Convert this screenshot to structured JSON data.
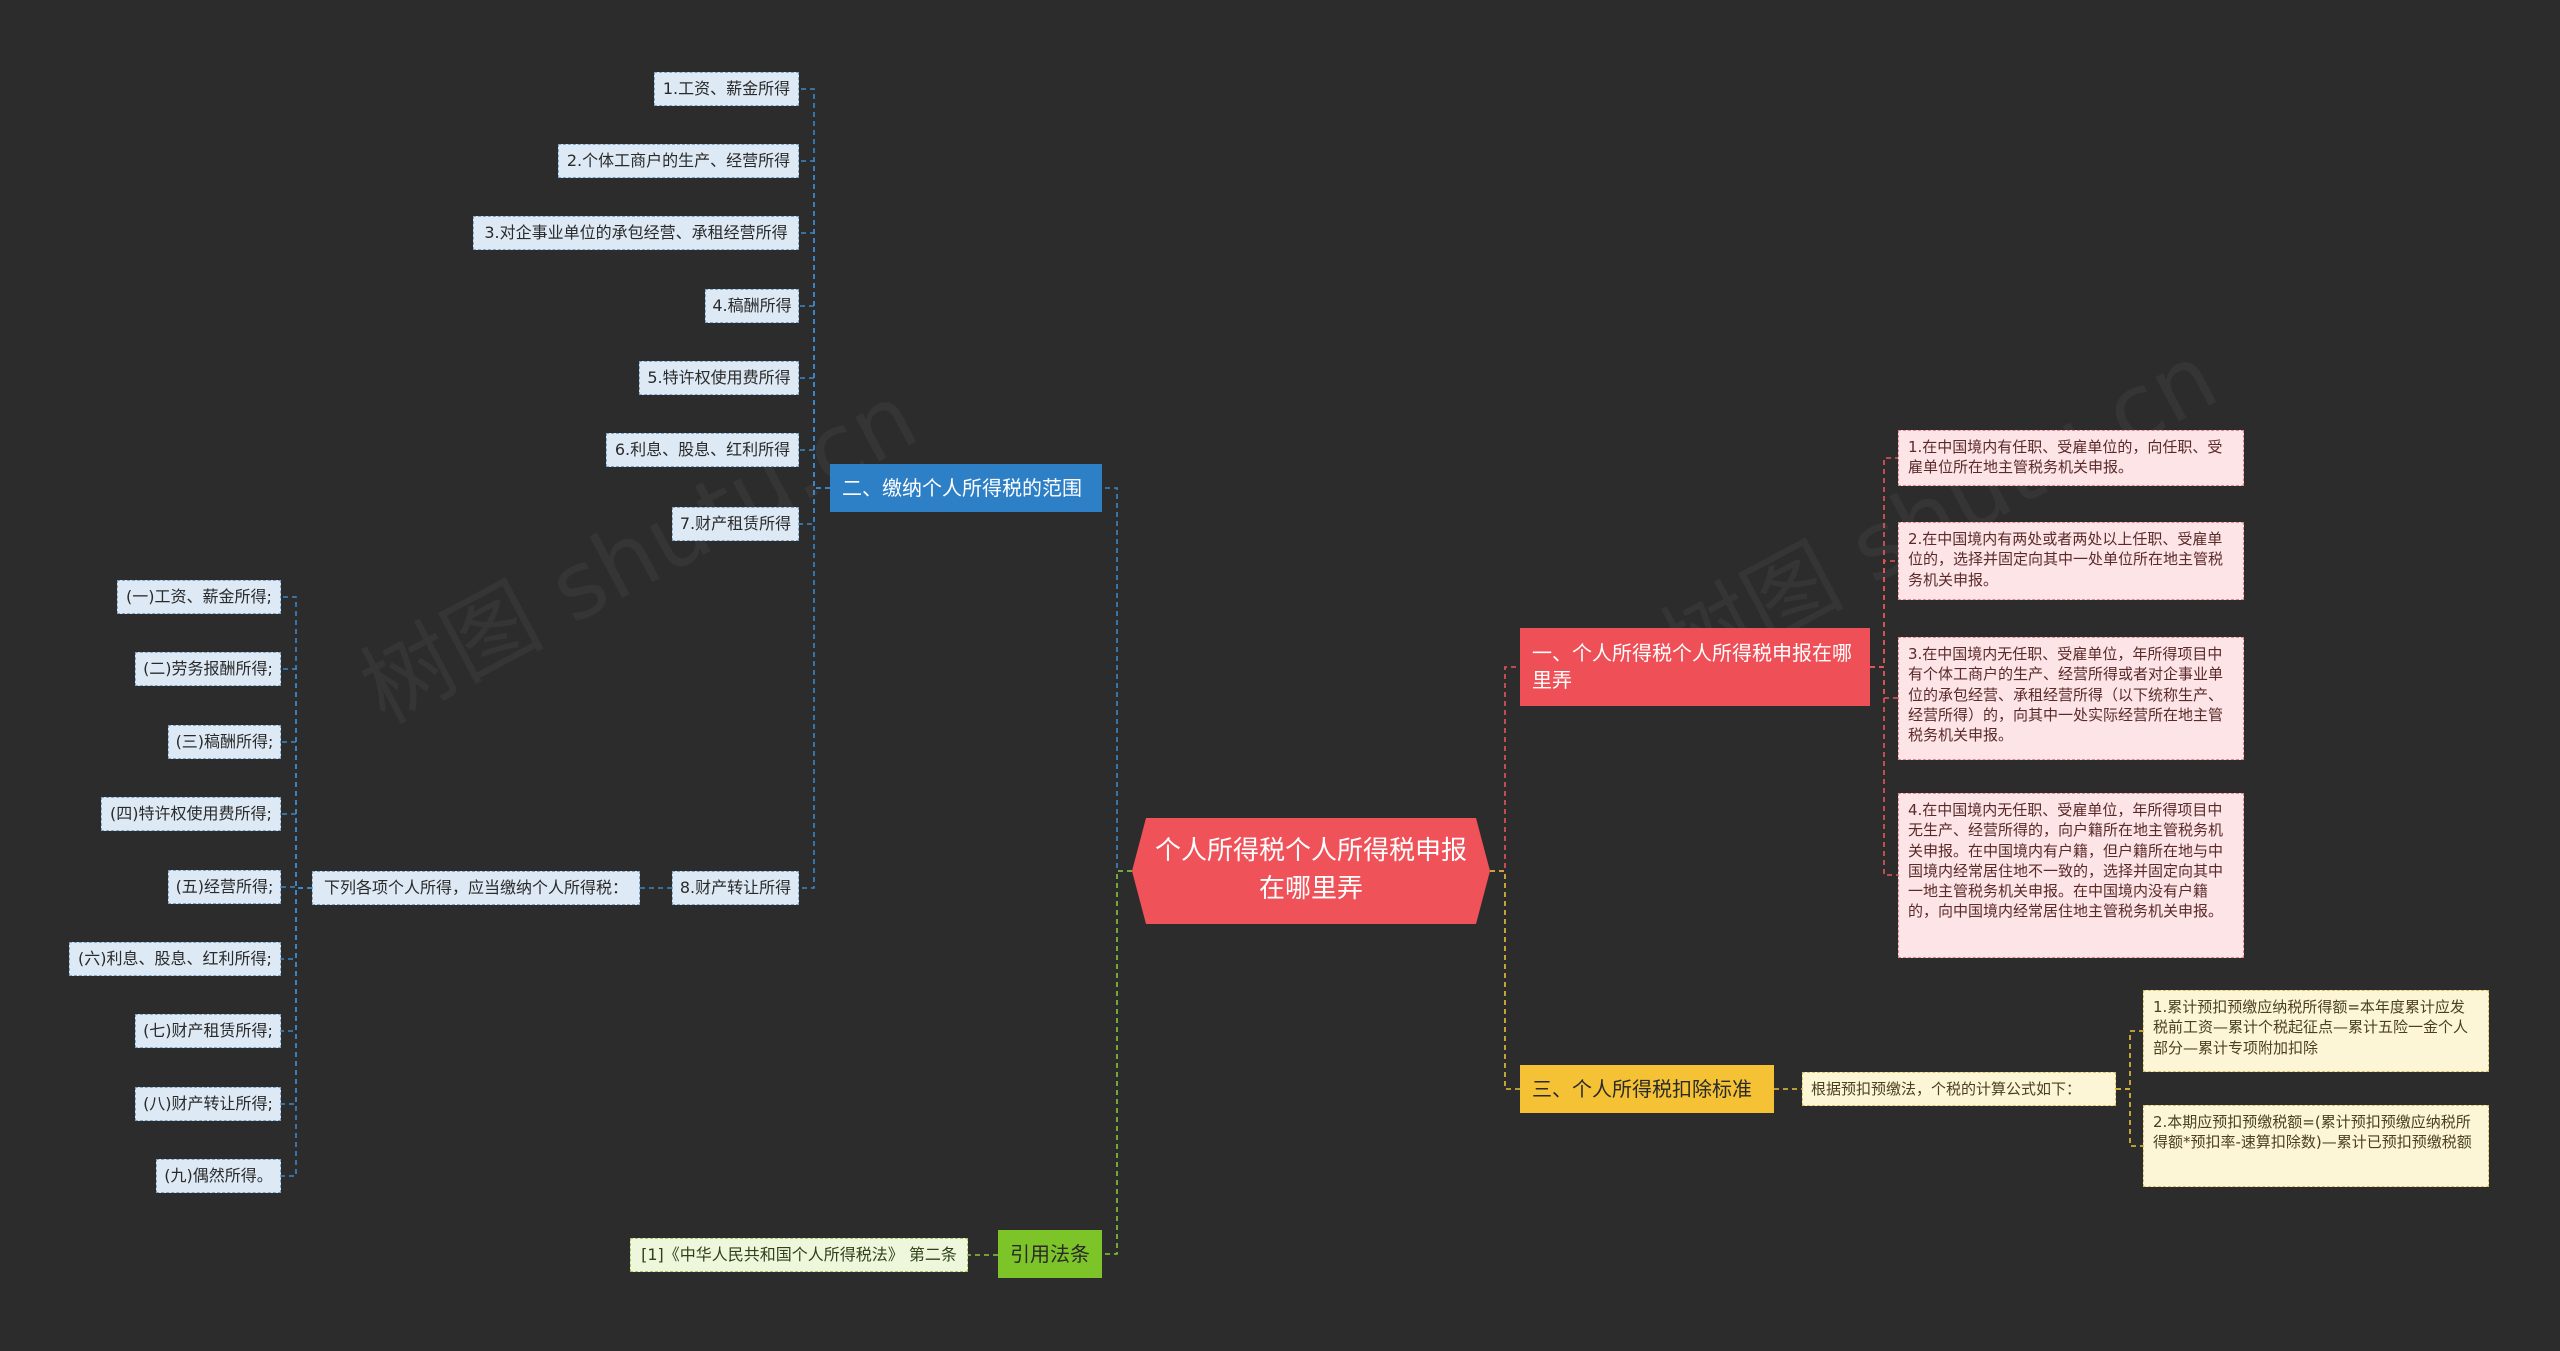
{
  "root": {
    "title": "个人所得税个人所得税申报在哪里弄"
  },
  "branch_scope": {
    "label": "二、缴纳个人所得税的范围",
    "items": [
      "1.工资、薪金所得",
      "2.个体工商户的生产、经营所得",
      "3.对企事业单位的承包经营、承租经营所得",
      "4.稿酬所得",
      "5.特许权使用费所得",
      "6.利息、股息、红利所得",
      "7.财产租赁所得",
      "8.财产转让所得"
    ],
    "sub_intro": "下列各项个人所得，应当缴纳个人所得税：",
    "sub_items": [
      "(一)工资、薪金所得;",
      "(二)劳务报酬所得;",
      "(三)稿酬所得;",
      "(四)特许权使用费所得;",
      "(五)经营所得;",
      "(六)利息、股息、红利所得;",
      "(七)财产租赁所得;",
      "(八)财产转让所得;",
      "(九)偶然所得。"
    ]
  },
  "branch_where": {
    "label": "一、个人所得税个人所得税申报在哪里弄",
    "items": [
      "1.在中国境内有任职、受雇单位的，向任职、受雇单位所在地主管税务机关申报。",
      "2.在中国境内有两处或者两处以上任职、受雇单位的，选择并固定向其中一处单位所在地主管税务机关申报。",
      "3.在中国境内无任职、受雇单位，年所得项目中有个体工商户的生产、经营所得或者对企事业单位的承包经营、承租经营所得（以下统称生产、经营所得）的，向其中一处实际经营所在地主管税务机关申报。",
      "4.在中国境内无任职、受雇单位，年所得项目中无生产、经营所得的，向户籍所在地主管税务机关申报。在中国境内有户籍，但户籍所在地与中国境内经常居住地不一致的，选择并固定向其中一地主管税务机关申报。在中国境内没有户籍的，向中国境内经常居住地主管税务机关申报。"
    ]
  },
  "branch_deduct": {
    "label": "三、个人所得税扣除标准",
    "intro": "根据预扣预缴法，个税的计算公式如下：",
    "items": [
      "1.累计预扣预缴应纳税所得额=本年度累计应发税前工资—累计个税起征点—累计五险一金个人部分—累计专项附加扣除",
      "2.本期应预扣预缴税额=(累计预扣预缴应纳税所得额*预扣率-速算扣除数)—累计已预扣预缴税额"
    ]
  },
  "branch_law": {
    "label": "引用法条",
    "item": "[1]《中华人民共和国个人所得税法》 第二条"
  },
  "watermark": "树图 shutu.cn",
  "colors": {
    "background": "#2c2c2c",
    "root": "#f0525a",
    "scope_branch": "#2d7fc6",
    "where_branch": "#ef4f57",
    "deduct_branch": "#f4c234",
    "law_branch": "#7dc428"
  }
}
